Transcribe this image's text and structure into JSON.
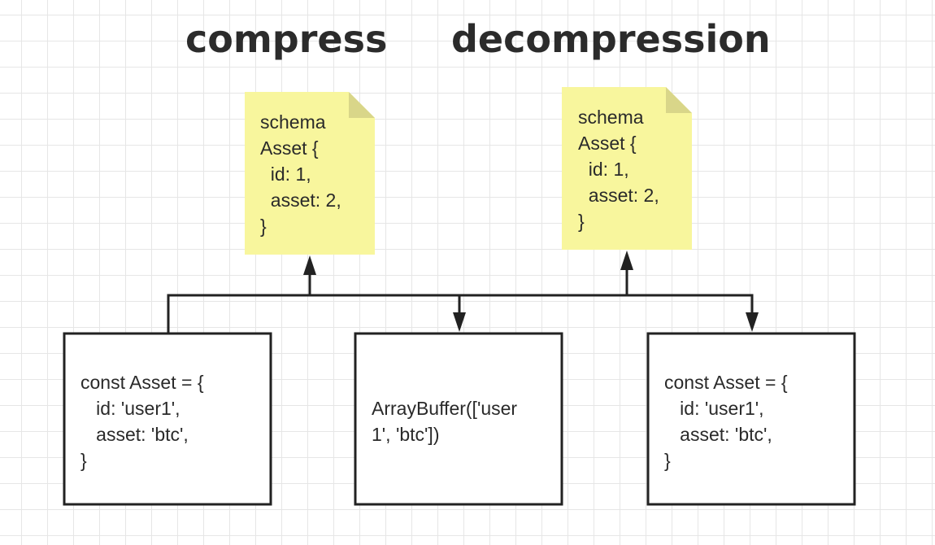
{
  "titles": {
    "compress": "compress",
    "decompress": "decompression"
  },
  "notes": {
    "left": "schema\nAsset {\n  id: 1,\n  asset: 2,\n}",
    "right": "schema\nAsset {\n  id: 1,\n  asset: 2,\n}"
  },
  "boxes": {
    "left": "const Asset = {\n   id: 'user1',\n   asset: 'btc',\n}",
    "middle": "ArrayBuffer(['user\n1', 'btc'])",
    "right": "const Asset = {\n   id: 'user1',\n   asset: 'btc',\n}"
  },
  "colors": {
    "note_fill": "#f8f69d",
    "note_fold": "#d9d689",
    "stroke": "#222222",
    "grid": "#e6e6e6"
  }
}
